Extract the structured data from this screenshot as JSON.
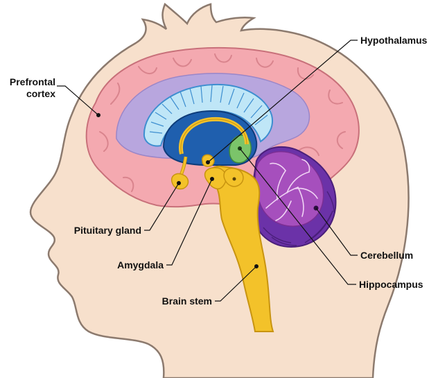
{
  "labels": {
    "prefrontal_cortex_line1": "Prefrontal",
    "prefrontal_cortex_line2": "cortex",
    "hypothalamus": "Hypothalamus",
    "pituitary_gland": "Pituitary gland",
    "amygdala": "Amygdala",
    "brain_stem": "Brain stem",
    "cerebellum": "Cerebellum",
    "hippocampus": "Hippocampus"
  },
  "colors": {
    "skin": "#f7e0cc",
    "head_outline": "#8c7a6e",
    "cortex_pink": "#f4a9b0",
    "cortex_outline": "#c8707a",
    "ventricle_lavender": "#b8a6de",
    "corpus_callosum_light_blue": "#bfe6f7",
    "thalamus_blue": "#1f5fae",
    "limbic_yellow": "#f3c22a",
    "hippocampus_green": "#7bc46a",
    "cerebellum_purple": "#9b3fae",
    "cerebellum_dark": "#5a2a9c"
  }
}
